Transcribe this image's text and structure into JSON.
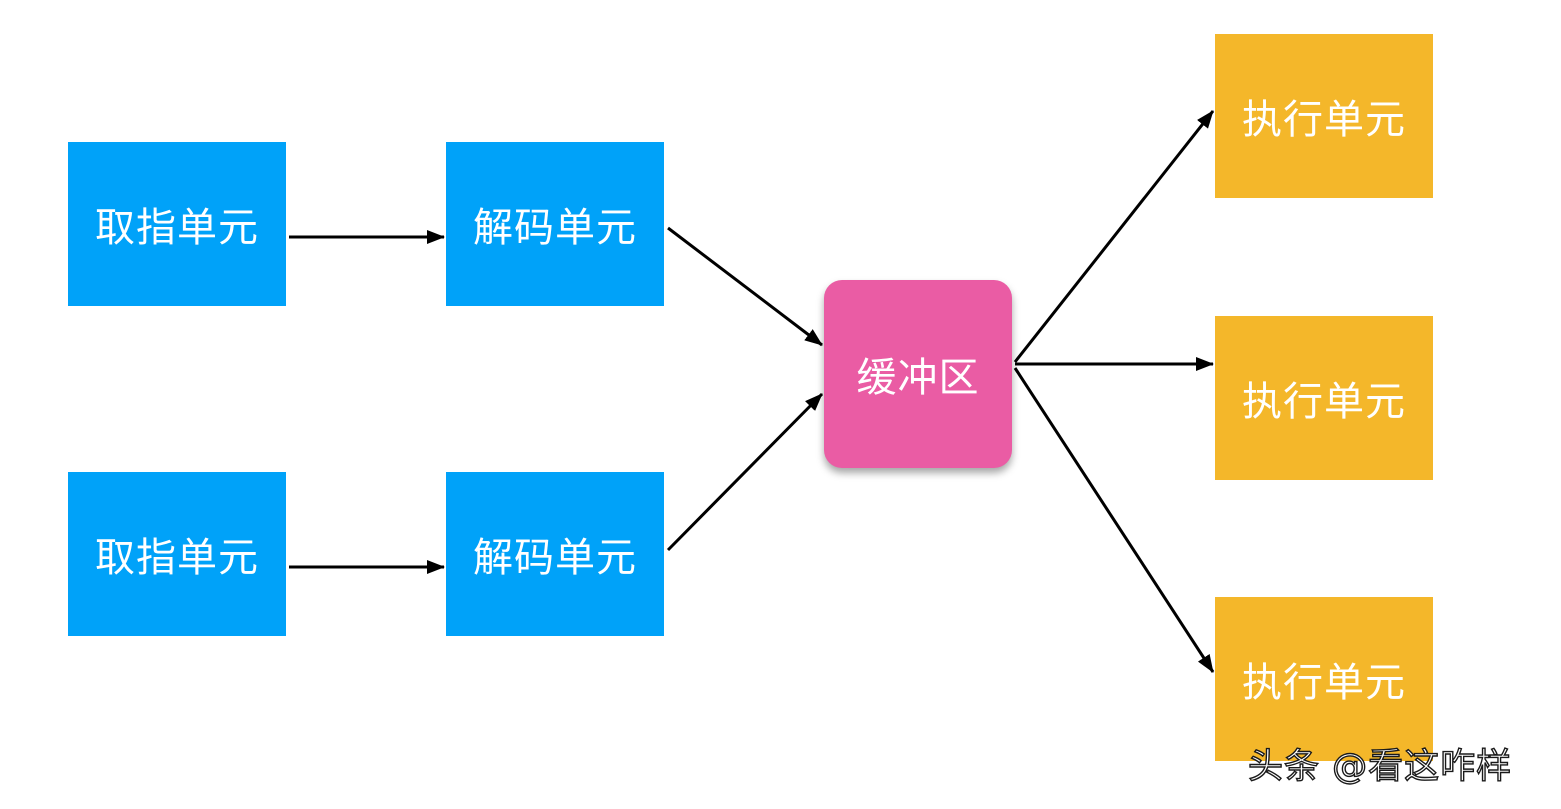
{
  "nodes": {
    "fetch_1": "取指单元",
    "fetch_2": "取指单元",
    "decode_1": "解码单元",
    "decode_2": "解码单元",
    "buffer": "缓冲区",
    "exec_1": "执行单元",
    "exec_2": "执行单元",
    "exec_3": "执行单元"
  },
  "edges": [
    {
      "from": "fetch_1",
      "to": "decode_1"
    },
    {
      "from": "fetch_2",
      "to": "decode_2"
    },
    {
      "from": "decode_1",
      "to": "buffer"
    },
    {
      "from": "decode_2",
      "to": "buffer"
    },
    {
      "from": "buffer",
      "to": "exec_1"
    },
    {
      "from": "buffer",
      "to": "exec_2"
    },
    {
      "from": "buffer",
      "to": "exec_3"
    }
  ],
  "colors": {
    "fetch_decode": "#00a2f9",
    "buffer": "#ea5ca4",
    "execute": "#f4b72a",
    "arrow": "#000000"
  },
  "watermark": "头条 @看这咋样"
}
